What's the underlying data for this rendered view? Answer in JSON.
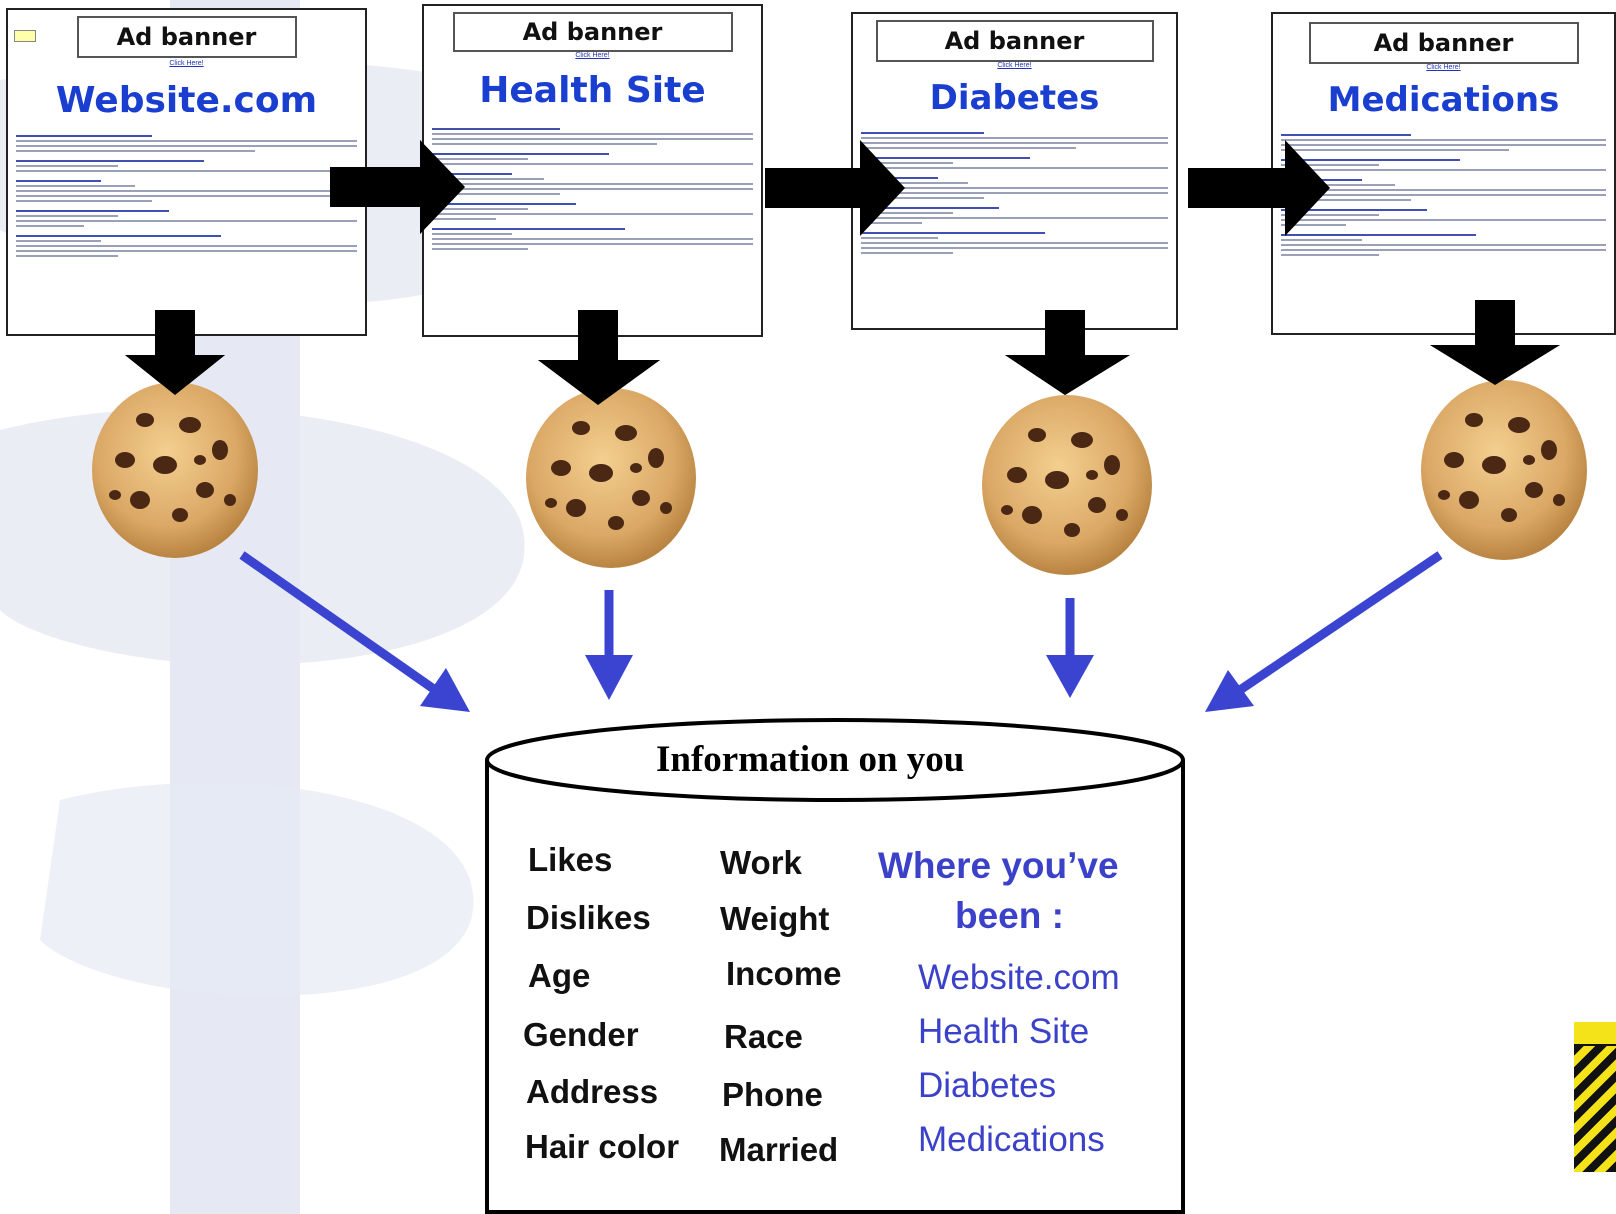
{
  "pages": [
    {
      "ad_label": "Ad banner",
      "click_label": "Click Here!",
      "site_title": "Website.com"
    },
    {
      "ad_label": "Ad banner",
      "click_label": "Click Here!",
      "site_title": "Health Site"
    },
    {
      "ad_label": "Ad banner",
      "click_label": "Click Here!",
      "site_title": "Diabetes"
    },
    {
      "ad_label": "Ad banner",
      "click_label": "Click Here!",
      "site_title": "Medications"
    }
  ],
  "database": {
    "title": "Information on you",
    "column1": [
      "Likes",
      "Dislikes",
      "Age",
      "Gender",
      "Address",
      "Hair color"
    ],
    "column2": [
      "Work",
      "Weight",
      "Income",
      "Race",
      "Phone",
      "Married"
    ],
    "where_heading_line1": "Where you’ve",
    "where_heading_line2": "been :",
    "sites": [
      "Website.com",
      "Health Site",
      "Diabetes",
      "Medications"
    ]
  },
  "colors": {
    "site_blue": "#1a3fd0",
    "db_blue": "#3b42c9",
    "arrow_blue": "#3a44d0",
    "arrow_black": "#000000",
    "watermark": "#e3e7f2"
  }
}
